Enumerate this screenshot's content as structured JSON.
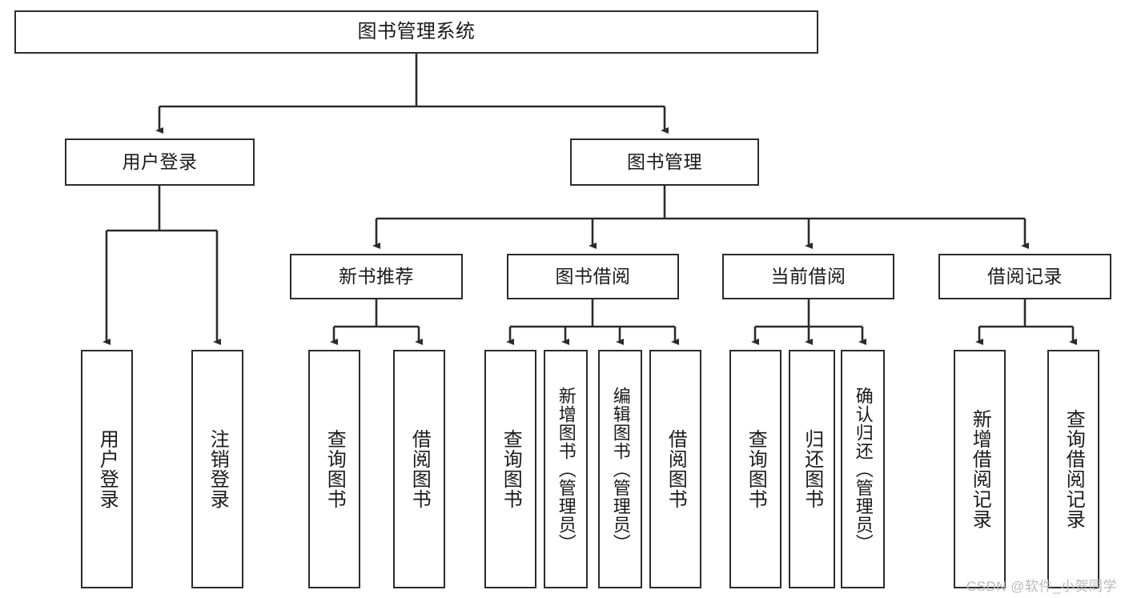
{
  "diagram": {
    "type": "tree",
    "title": "图书管理系统",
    "colors": {
      "box_border": "#2b2b2b",
      "box_fill": "#ffffff",
      "edge": "#2b2b2b",
      "text": "#1a1a1a",
      "watermark": "#b9b9b9"
    },
    "nodes": {
      "root": {
        "label": "图书管理系统",
        "level": 1,
        "orientation": "horizontal"
      },
      "user_login": {
        "label": "用户登录",
        "level": 2,
        "orientation": "horizontal"
      },
      "book_manage": {
        "label": "图书管理",
        "level": 2,
        "orientation": "horizontal"
      },
      "new_book_rec": {
        "label": "新书推荐",
        "level": 3,
        "orientation": "horizontal"
      },
      "book_borrow": {
        "label": "图书借阅",
        "level": 3,
        "orientation": "horizontal"
      },
      "current_borrow": {
        "label": "当前借阅",
        "level": 3,
        "orientation": "horizontal"
      },
      "borrow_record": {
        "label": "借阅记录",
        "level": 3,
        "orientation": "horizontal"
      },
      "leaf_user_login": {
        "label": "用户登录",
        "level": 4,
        "orientation": "vertical"
      },
      "leaf_logout": {
        "label": "注销登录",
        "level": 4,
        "orientation": "vertical"
      },
      "leaf_query_book_1": {
        "label": "查询图书",
        "level": 4,
        "orientation": "vertical"
      },
      "leaf_borrow_book_1": {
        "label": "借阅图书",
        "level": 4,
        "orientation": "vertical"
      },
      "leaf_query_book_2": {
        "label": "查询图书",
        "level": 4,
        "orientation": "vertical"
      },
      "leaf_add_book": {
        "label": "新增图书（管理员）",
        "level": 4,
        "orientation": "vertical"
      },
      "leaf_edit_book": {
        "label": "编辑图书（管理员）",
        "level": 4,
        "orientation": "vertical"
      },
      "leaf_borrow_book_2": {
        "label": "借阅图书",
        "level": 4,
        "orientation": "vertical"
      },
      "leaf_query_book_3": {
        "label": "查询图书",
        "level": 4,
        "orientation": "vertical"
      },
      "leaf_return_book": {
        "label": "归还图书",
        "level": 4,
        "orientation": "vertical"
      },
      "leaf_confirm_return": {
        "label": "确认归还（管理员）",
        "level": 4,
        "orientation": "vertical"
      },
      "leaf_add_record": {
        "label": "新增借阅记录",
        "level": 4,
        "orientation": "vertical"
      },
      "leaf_query_record": {
        "label": "查询借阅记录",
        "level": 4,
        "orientation": "vertical"
      }
    },
    "edges": [
      {
        "from": "root",
        "to": "user_login"
      },
      {
        "from": "root",
        "to": "book_manage"
      },
      {
        "from": "user_login",
        "to": "leaf_user_login"
      },
      {
        "from": "user_login",
        "to": "leaf_logout"
      },
      {
        "from": "book_manage",
        "to": "new_book_rec"
      },
      {
        "from": "book_manage",
        "to": "book_borrow"
      },
      {
        "from": "book_manage",
        "to": "current_borrow"
      },
      {
        "from": "book_manage",
        "to": "borrow_record"
      },
      {
        "from": "new_book_rec",
        "to": "leaf_query_book_1"
      },
      {
        "from": "new_book_rec",
        "to": "leaf_borrow_book_1"
      },
      {
        "from": "book_borrow",
        "to": "leaf_query_book_2"
      },
      {
        "from": "book_borrow",
        "to": "leaf_add_book"
      },
      {
        "from": "book_borrow",
        "to": "leaf_edit_book"
      },
      {
        "from": "book_borrow",
        "to": "leaf_borrow_book_2"
      },
      {
        "from": "current_borrow",
        "to": "leaf_query_book_3"
      },
      {
        "from": "current_borrow",
        "to": "leaf_return_book"
      },
      {
        "from": "current_borrow",
        "to": "leaf_confirm_return"
      },
      {
        "from": "borrow_record",
        "to": "leaf_add_record"
      },
      {
        "from": "borrow_record",
        "to": "leaf_query_record"
      }
    ]
  },
  "watermark": {
    "text": "CSDN @软件_小贺同学"
  }
}
